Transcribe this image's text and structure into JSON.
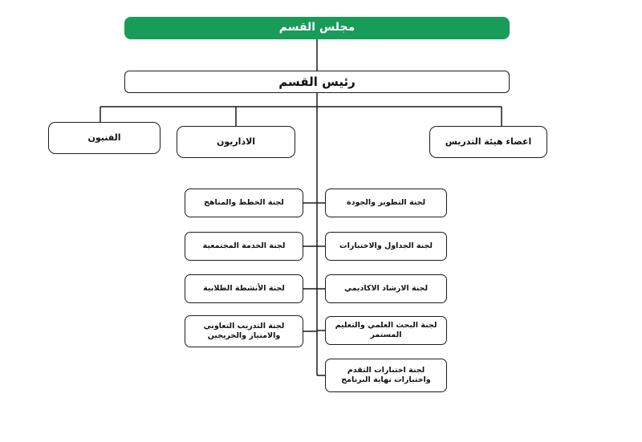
{
  "colors": {
    "root_bg": "#189c58",
    "root_text": "#ffffff",
    "box_border": "#1c1c1c",
    "line": "#1c1c1c"
  },
  "nodes": {
    "root": {
      "label": "مجلس القسم"
    },
    "head": {
      "label": "رئيس القسم"
    },
    "level2": [
      {
        "label": "الفنيون"
      },
      {
        "label": "الاداريون"
      },
      {
        "label": "اعضاء هيئة التدريس"
      }
    ],
    "committees_left": [
      {
        "label": "لجنة الخطط والمناهج"
      },
      {
        "label": "لجنة الخدمة المجتمعية"
      },
      {
        "label": "لجنة الأنشطة الطلابية"
      },
      {
        "label": "لجنة التدريب التعاوني والامتياز والخريجين"
      }
    ],
    "committees_right": [
      {
        "label": "لجنة التطوير والجودة"
      },
      {
        "label": "لجنة الجداول والاختبارات"
      },
      {
        "label": "لجنة الارشاد الاكاديمي"
      },
      {
        "label": "لجنة البحث العلمي والتعليم المستمر"
      },
      {
        "label": "لجنة اختبارات التقدم واختبارات نهاية البرنامج"
      }
    ]
  }
}
